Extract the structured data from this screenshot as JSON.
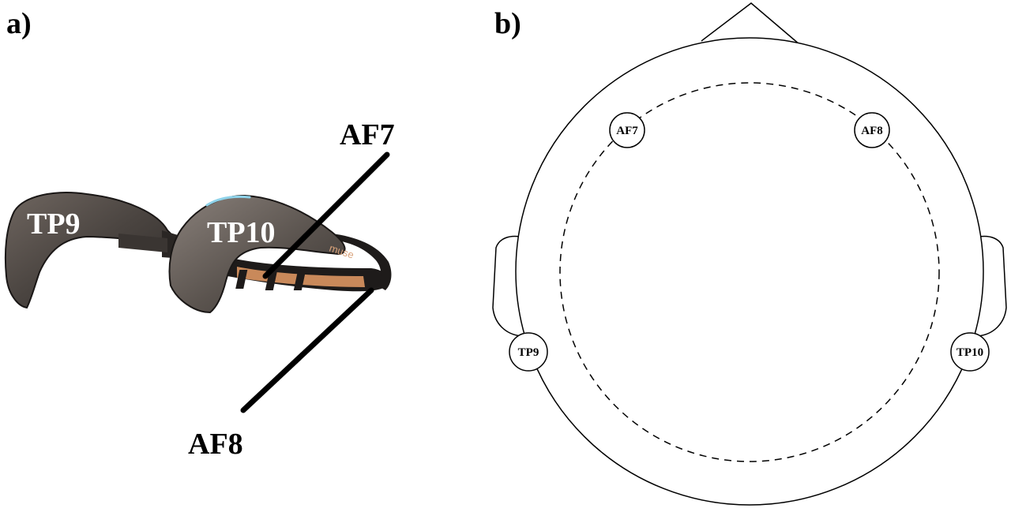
{
  "panels": {
    "a": {
      "label": "a)"
    },
    "b": {
      "label": "b)"
    }
  },
  "headband": {
    "brand": "muse",
    "band_labels": {
      "tp9": "TP9",
      "tp10": "TP10"
    },
    "callouts": {
      "af7": "AF7",
      "af8": "AF8"
    }
  },
  "head_map": {
    "electrodes": {
      "af7": "AF7",
      "af8": "AF8",
      "tp9": "TP9",
      "tp10": "TP10"
    }
  },
  "colors": {
    "band_body": "#4a4440",
    "band_highlight": "#7a716b",
    "sensor_strip": "#c9895a",
    "accent": "#8fd3ea",
    "outline": "#000000"
  }
}
